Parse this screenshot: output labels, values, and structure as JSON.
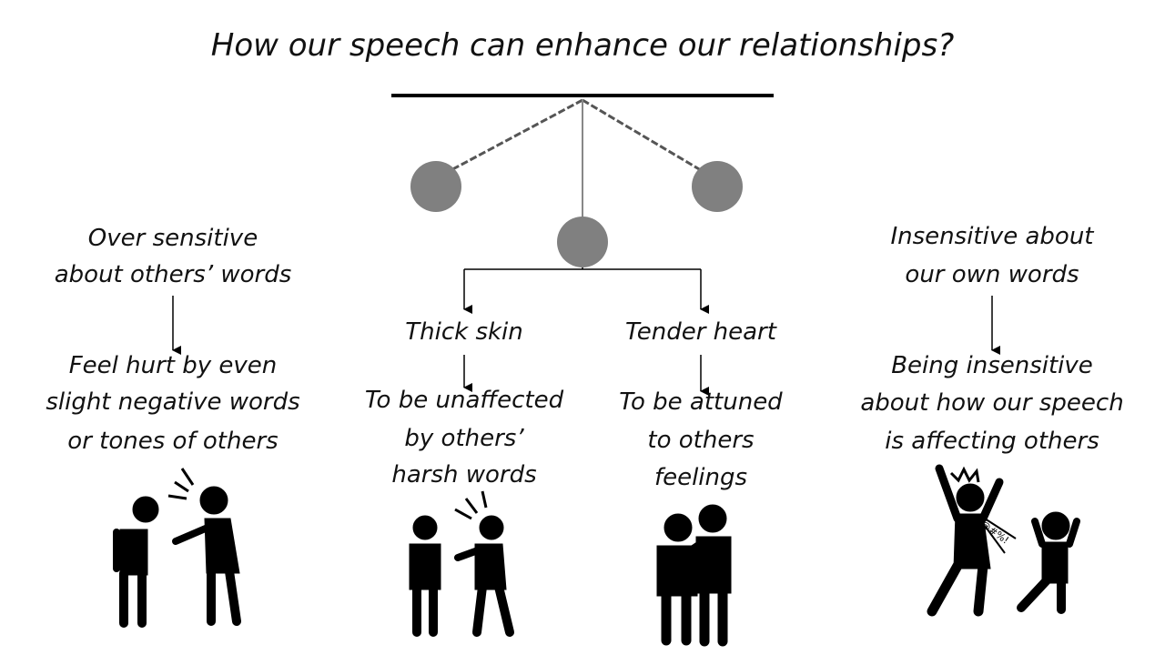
{
  "title": "How our speech can enhance our relationships?",
  "left": {
    "heading": [
      "Over sensitive",
      "about others’ words"
    ],
    "result": [
      "Feel hurt by even",
      "slight negative words",
      "or tones of others"
    ]
  },
  "center_left": {
    "heading": "Thick skin",
    "result": [
      "To be unaffected",
      "by others’",
      "harsh words"
    ]
  },
  "center_right": {
    "heading": "Tender heart",
    "result": [
      "To be attuned",
      "to others",
      "feelings"
    ]
  },
  "right": {
    "heading": [
      "Insensitive about",
      "our own words"
    ],
    "result": [
      "Being insensitive",
      "about how our speech",
      "is affecting others"
    ],
    "illustration_text": "@#%!"
  },
  "colors": {
    "ball": "#808080",
    "line": "#000000"
  }
}
